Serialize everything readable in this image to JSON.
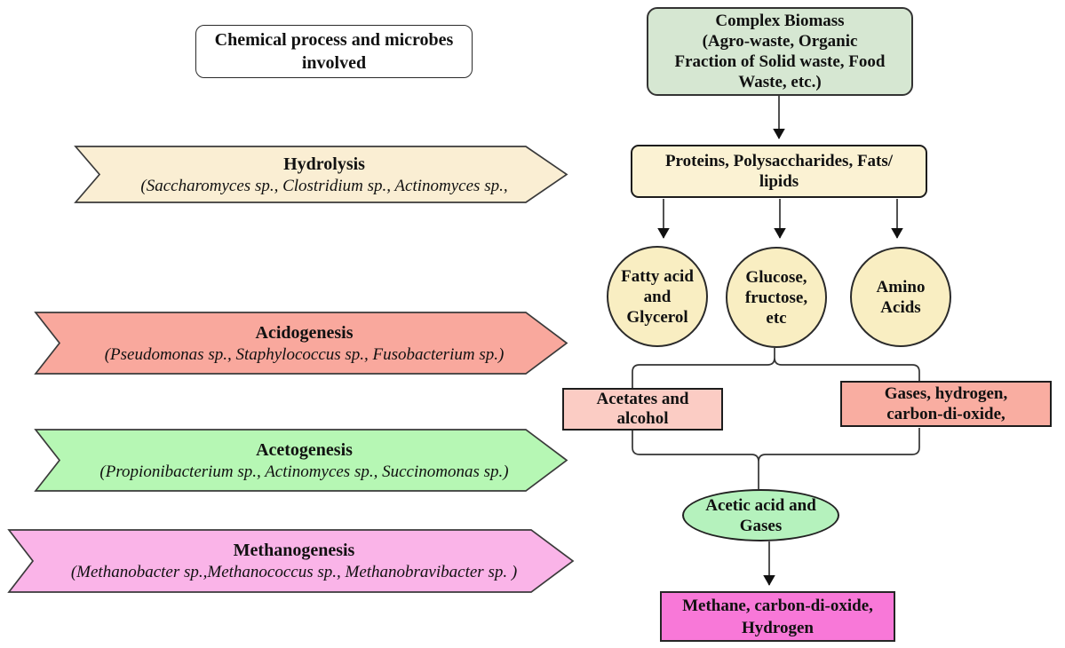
{
  "palette": {
    "white_box": "#ffffff",
    "biomass_green": "#d6e7d2",
    "cream": "#fbf2d3",
    "circle_yellow": "#f9eec2",
    "banner_hydrolysis": "#faeed3",
    "banner_acidogenesis": "#f9a89d",
    "banner_acetogenesis": "#b6f7b4",
    "banner_methanogenesis": "#fab4e8",
    "acetates_pink": "#fbccc4",
    "gases_salmon": "#f9ada1",
    "ellipse_green": "#b5f2bd",
    "methane_magenta": "#f878d8"
  },
  "legend_box": {
    "line1": "Chemical process and microbes",
    "line2": "involved"
  },
  "stages": [
    {
      "name": "Hydrolysis",
      "microbes": "(Saccharomyces sp., Clostridium sp., Actinomyces sp.,"
    },
    {
      "name": "Acidogenesis",
      "microbes": "(Pseudomonas sp., Staphylococcus sp., Fusobacterium sp.)"
    },
    {
      "name": "Acetogenesis",
      "microbes": "(Propionibacterium sp., Actinomyces sp., Succinomonas sp.)"
    },
    {
      "name": "Methanogenesis",
      "microbes": "(Methanobacter sp.,Methanococcus sp., Methanobravibacter sp. )"
    }
  ],
  "flowchart": {
    "complex_biomass": {
      "lines": [
        "Complex Biomass",
        "(Agro-waste, Organic",
        "Fraction of Solid waste, Food",
        "Waste, etc.)"
      ]
    },
    "hydrolysis_products": {
      "lines": [
        "Proteins, Polysaccharides, Fats/",
        "lipids"
      ]
    },
    "fatty_acid_circle": {
      "lines": [
        "Fatty acid",
        "and",
        "Glycerol"
      ]
    },
    "glucose_circle": {
      "lines": [
        "Glucose,",
        "fructose,",
        "etc"
      ]
    },
    "amino_circle": {
      "lines": [
        "Amino",
        "Acids"
      ]
    },
    "acetates_box": {
      "lines": [
        "Acetates and",
        "alcohol"
      ]
    },
    "gases_box": {
      "lines": [
        "Gases, hydrogen,",
        "carbon-di-oxide,"
      ]
    },
    "acetic_ellipse": {
      "lines": [
        "Acetic acid and",
        "Gases"
      ]
    },
    "methane_box": {
      "lines": [
        "Methane, carbon-di-oxide,",
        "Hydrogen"
      ]
    }
  }
}
